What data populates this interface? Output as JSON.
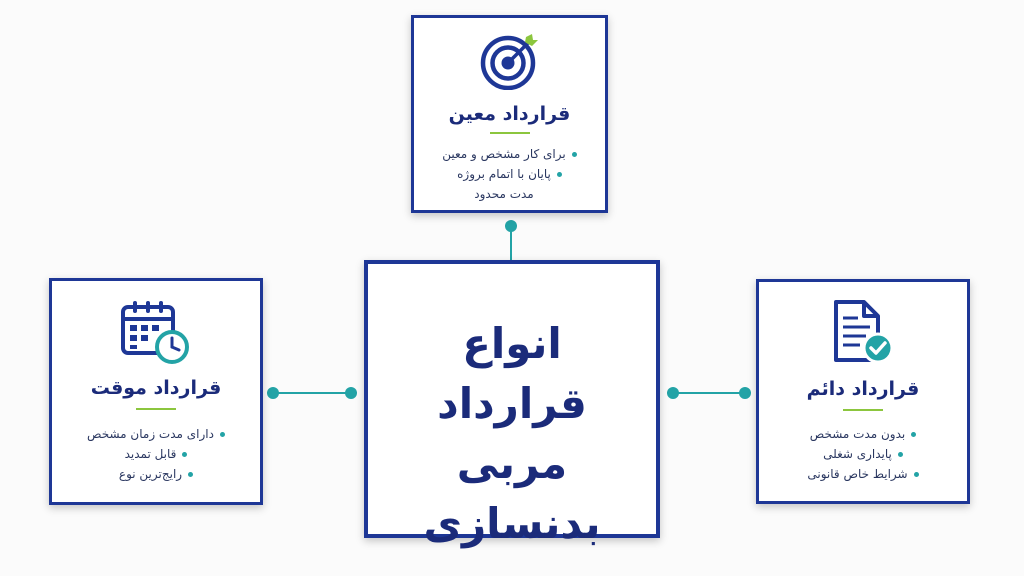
{
  "colors": {
    "navy": "#1e3796",
    "title_navy": "#1b2b7a",
    "teal": "#23a3a6",
    "accent_green": "#8cc63e"
  },
  "center": {
    "lines": [
      "انواع",
      "قرارداد",
      "مربی بدنسازی"
    ]
  },
  "top_card": {
    "icon": "target-icon",
    "title": "قرارداد معین",
    "points": [
      {
        "text": "برای کار مشخص و معین",
        "bullet": true
      },
      {
        "text": "پایان با اتمام بروژه",
        "bullet": true
      },
      {
        "text": "مدت محدود",
        "bullet": false
      }
    ]
  },
  "left_card": {
    "icon": "calendar-clock-icon",
    "title": "قرارداد موقت",
    "points": [
      {
        "text": "دارای مدت زمان مشخص",
        "bullet": true
      },
      {
        "text": "قابل تمدید",
        "bullet": true
      },
      {
        "text": "رایج‌ترین نوع",
        "bullet": true
      }
    ]
  },
  "right_card": {
    "icon": "document-check-icon",
    "title": "قرارداد دائم",
    "points": [
      {
        "text": "بدون مدت مشخص",
        "bullet": true
      },
      {
        "text": "پایداری شغلی",
        "bullet": true
      },
      {
        "text": "شرایط خاص قانونی",
        "bullet": true
      }
    ]
  }
}
